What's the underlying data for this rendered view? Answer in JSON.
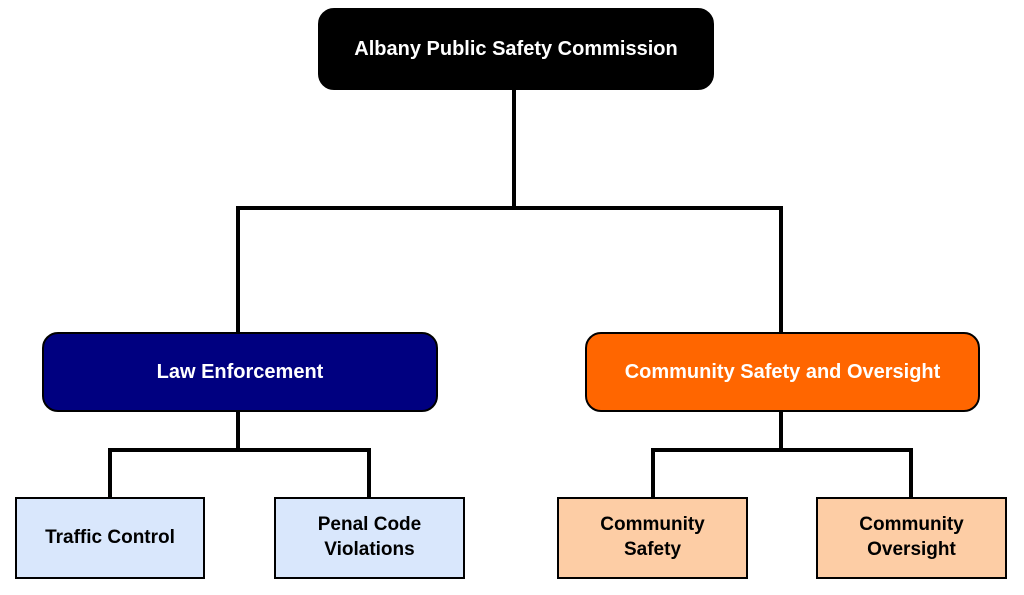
{
  "diagram": {
    "root": {
      "label": "Albany Public Safety Commission",
      "fill": "#000000",
      "text_color": "#ffffff"
    },
    "branches": [
      {
        "label": "Law Enforcement",
        "fill": "#000080",
        "text_color": "#ffffff",
        "children": [
          {
            "label": "Traffic Control",
            "fill": "#d9e7fc"
          },
          {
            "label": "Penal Code\nViolations",
            "fill": "#d9e7fc"
          }
        ]
      },
      {
        "label": "Community Safety and Oversight",
        "fill": "#ff6600",
        "text_color": "#ffffff",
        "children": [
          {
            "label": "Community\nSafety",
            "fill": "#fdcda5"
          },
          {
            "label": "Community\nOversight",
            "fill": "#fdcda5"
          }
        ]
      }
    ],
    "connector_color": "#000000"
  }
}
